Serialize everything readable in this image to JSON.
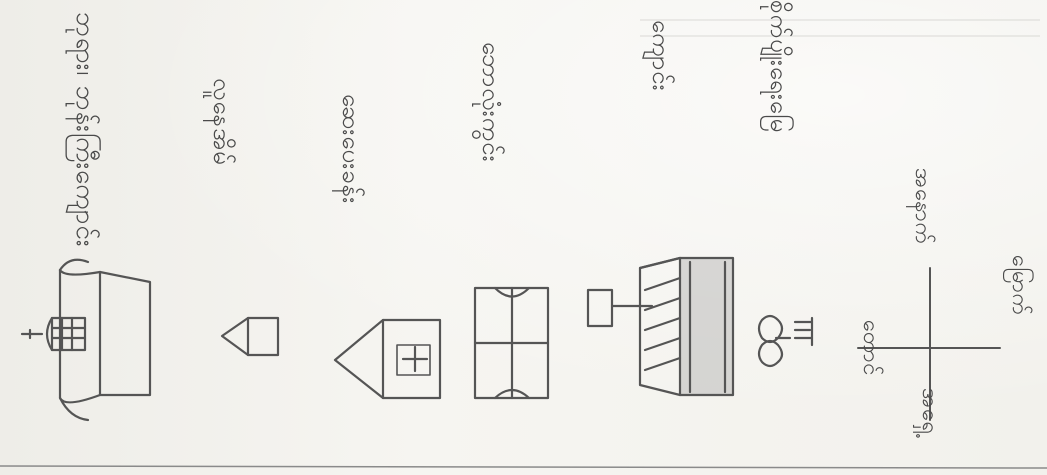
{
  "legend": {
    "items": [
      {
        "symbol": "pagoda-icon",
        "label": "ဘုရား၊ ဘုန်းကြီးကျောင်း"
      },
      {
        "symbol": "house-icon",
        "label": "လူနေအိမ်"
      },
      {
        "symbol": "clinic-icon",
        "label": "ဆေးပေးခန်း"
      },
      {
        "symbol": "sports-field-icon",
        "label": "ဘောလုံးကွင်း"
      },
      {
        "symbol": "school-icon",
        "label": "ကျောင်း"
      },
      {
        "symbol": "plantation-icon",
        "label": "စိုက်ပျိုးရေးမြေ"
      }
    ]
  },
  "compass": {
    "north": "မြောက်",
    "south": "တောင်",
    "east": "အရှေ့",
    "west": "အနောက်"
  }
}
